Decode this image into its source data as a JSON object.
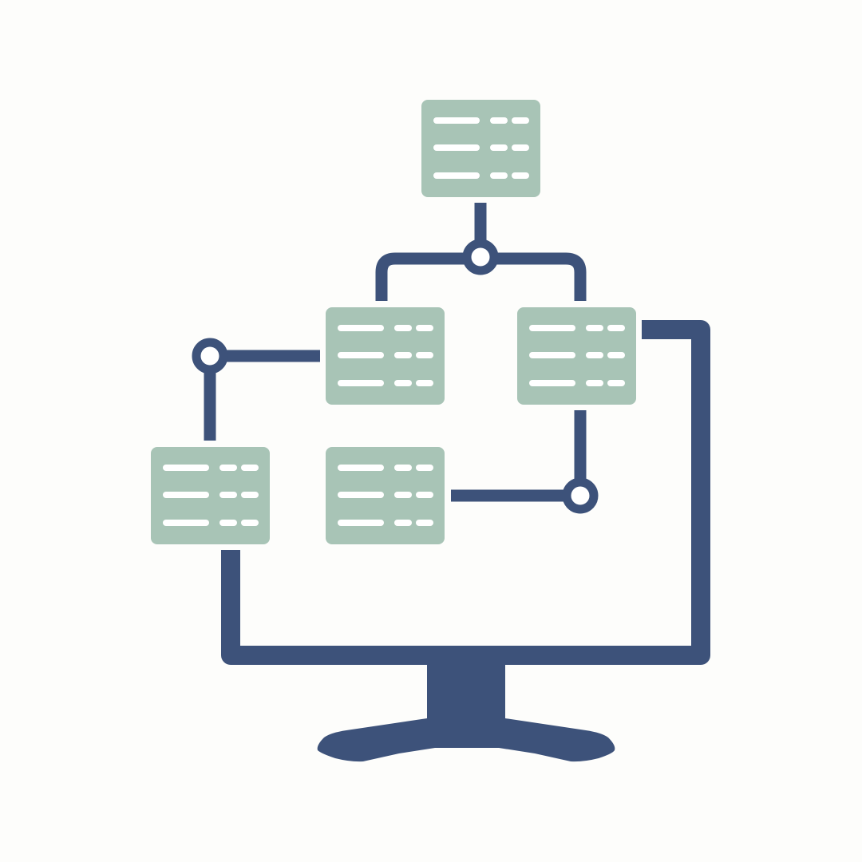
{
  "illustration": {
    "subject": "database-schema-tree-on-monitor-icon",
    "colors": {
      "background": "#fdfdfb",
      "primary": "#3d527a",
      "table_fill": "#a8c4b6",
      "table_line": "#ffffff"
    },
    "tables": [
      {
        "id": "table-root",
        "rows": 3
      },
      {
        "id": "table-level2-left",
        "rows": 3
      },
      {
        "id": "table-level2-right",
        "rows": 3
      },
      {
        "id": "table-level3-left",
        "rows": 3
      },
      {
        "id": "table-level3-middle",
        "rows": 3
      }
    ],
    "connectors": [
      {
        "id": "root-split",
        "from": "table-root",
        "to": [
          "table-level2-left",
          "table-level2-right"
        ]
      },
      {
        "id": "left-branch",
        "from": "table-level2-left",
        "to": [
          "table-level3-left"
        ]
      },
      {
        "id": "right-branch",
        "from": "table-level2-right",
        "to": [
          "table-level3-middle"
        ]
      },
      {
        "id": "monitor-frame-link",
        "from": "table-level2-right",
        "to": [
          "table-level3-left"
        ]
      }
    ],
    "icons": [
      "monitor-icon",
      "database-table-icon",
      "connector-node-icon"
    ]
  }
}
